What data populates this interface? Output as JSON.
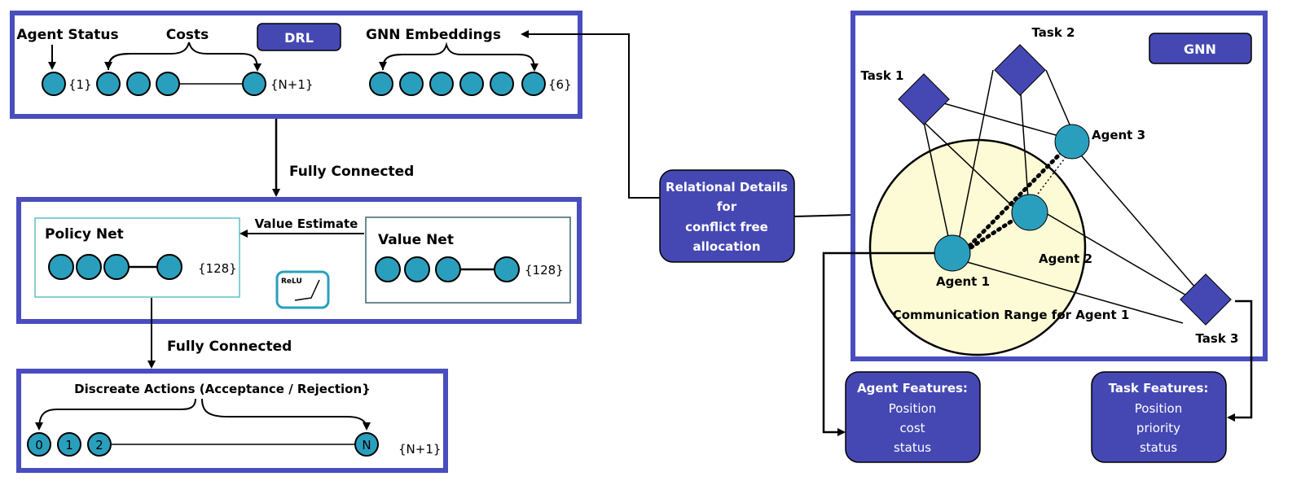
{
  "colors": {
    "frame": "#4a4dbd",
    "box_fill": "#4548b3",
    "node": "#2a9fbd",
    "range_fill": "#fdfbd6",
    "policy_border": "#5fc1c7",
    "value_border": "#3a6470"
  },
  "drl": {
    "agent_status": "Agent Status",
    "costs": "Costs",
    "tag": "DRL",
    "gnn_embeddings": "GNN Embeddings",
    "set_agent": "{1}",
    "set_costs": "{N+1}",
    "set_gnn": "{6}"
  },
  "edges": {
    "fc_top": "Fully Connected",
    "fc_bottom": "Fully Connected",
    "value_estimate": "Value Estimate"
  },
  "nets": {
    "policy_title": "Policy Net",
    "policy_set": "{128}",
    "value_title": "Value Net",
    "value_set": "{128}",
    "relu": "ReLU"
  },
  "actions": {
    "title": "Discreate Actions (Acceptance / Rejection}",
    "labels": [
      "0",
      "1",
      "2",
      "N"
    ],
    "set": "{N+1}"
  },
  "relational": {
    "lines": [
      "Relational Details",
      "for",
      "conflict free",
      "allocation"
    ]
  },
  "gnn": {
    "tag": "GNN",
    "task1": "Task 1",
    "task2": "Task 2",
    "task3": "Task 3",
    "agent1": "Agent 1",
    "agent2": "Agent 2",
    "agent3": "Agent 3",
    "range": "Communication Range for Agent 1"
  },
  "agent_features": {
    "title": "Agent Features:",
    "items": [
      "Position",
      "cost",
      "status"
    ]
  },
  "task_features": {
    "title": "Task Features:",
    "items": [
      "Position",
      "priority",
      "status"
    ]
  }
}
